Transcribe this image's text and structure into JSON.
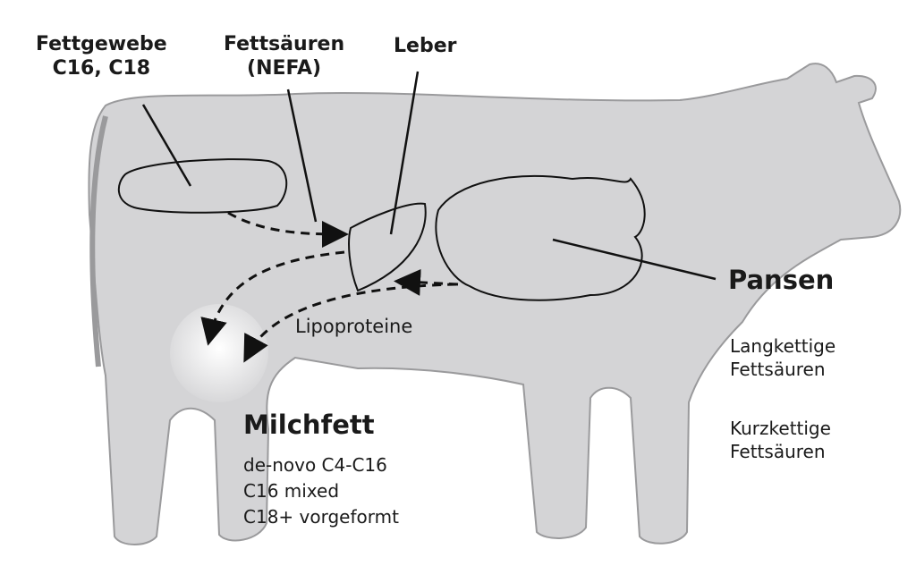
{
  "labels": {
    "fettgewebe": [
      "Fettgewebe",
      "C16, C18"
    ],
    "fettsaeuren": [
      "Fettsäuren",
      "(NEFA)"
    ],
    "leber": "Leber",
    "lipoproteine": "Lipoproteine",
    "pansen": {
      "title": "Pansen",
      "items": [
        [
          "Langkettige",
          "Fettsäuren"
        ],
        [
          "Kurzkettige",
          "Fettsäuren"
        ]
      ]
    },
    "milchfett": {
      "title": "Milchfett",
      "items": [
        "de-novo C4-C16",
        "C16 mixed",
        "C18+ vorgeformt"
      ]
    }
  },
  "colors": {
    "cow": "#d4d4d6",
    "outline": "#8a8a8c",
    "udder": "#f4f4f4",
    "line": "#111111"
  }
}
